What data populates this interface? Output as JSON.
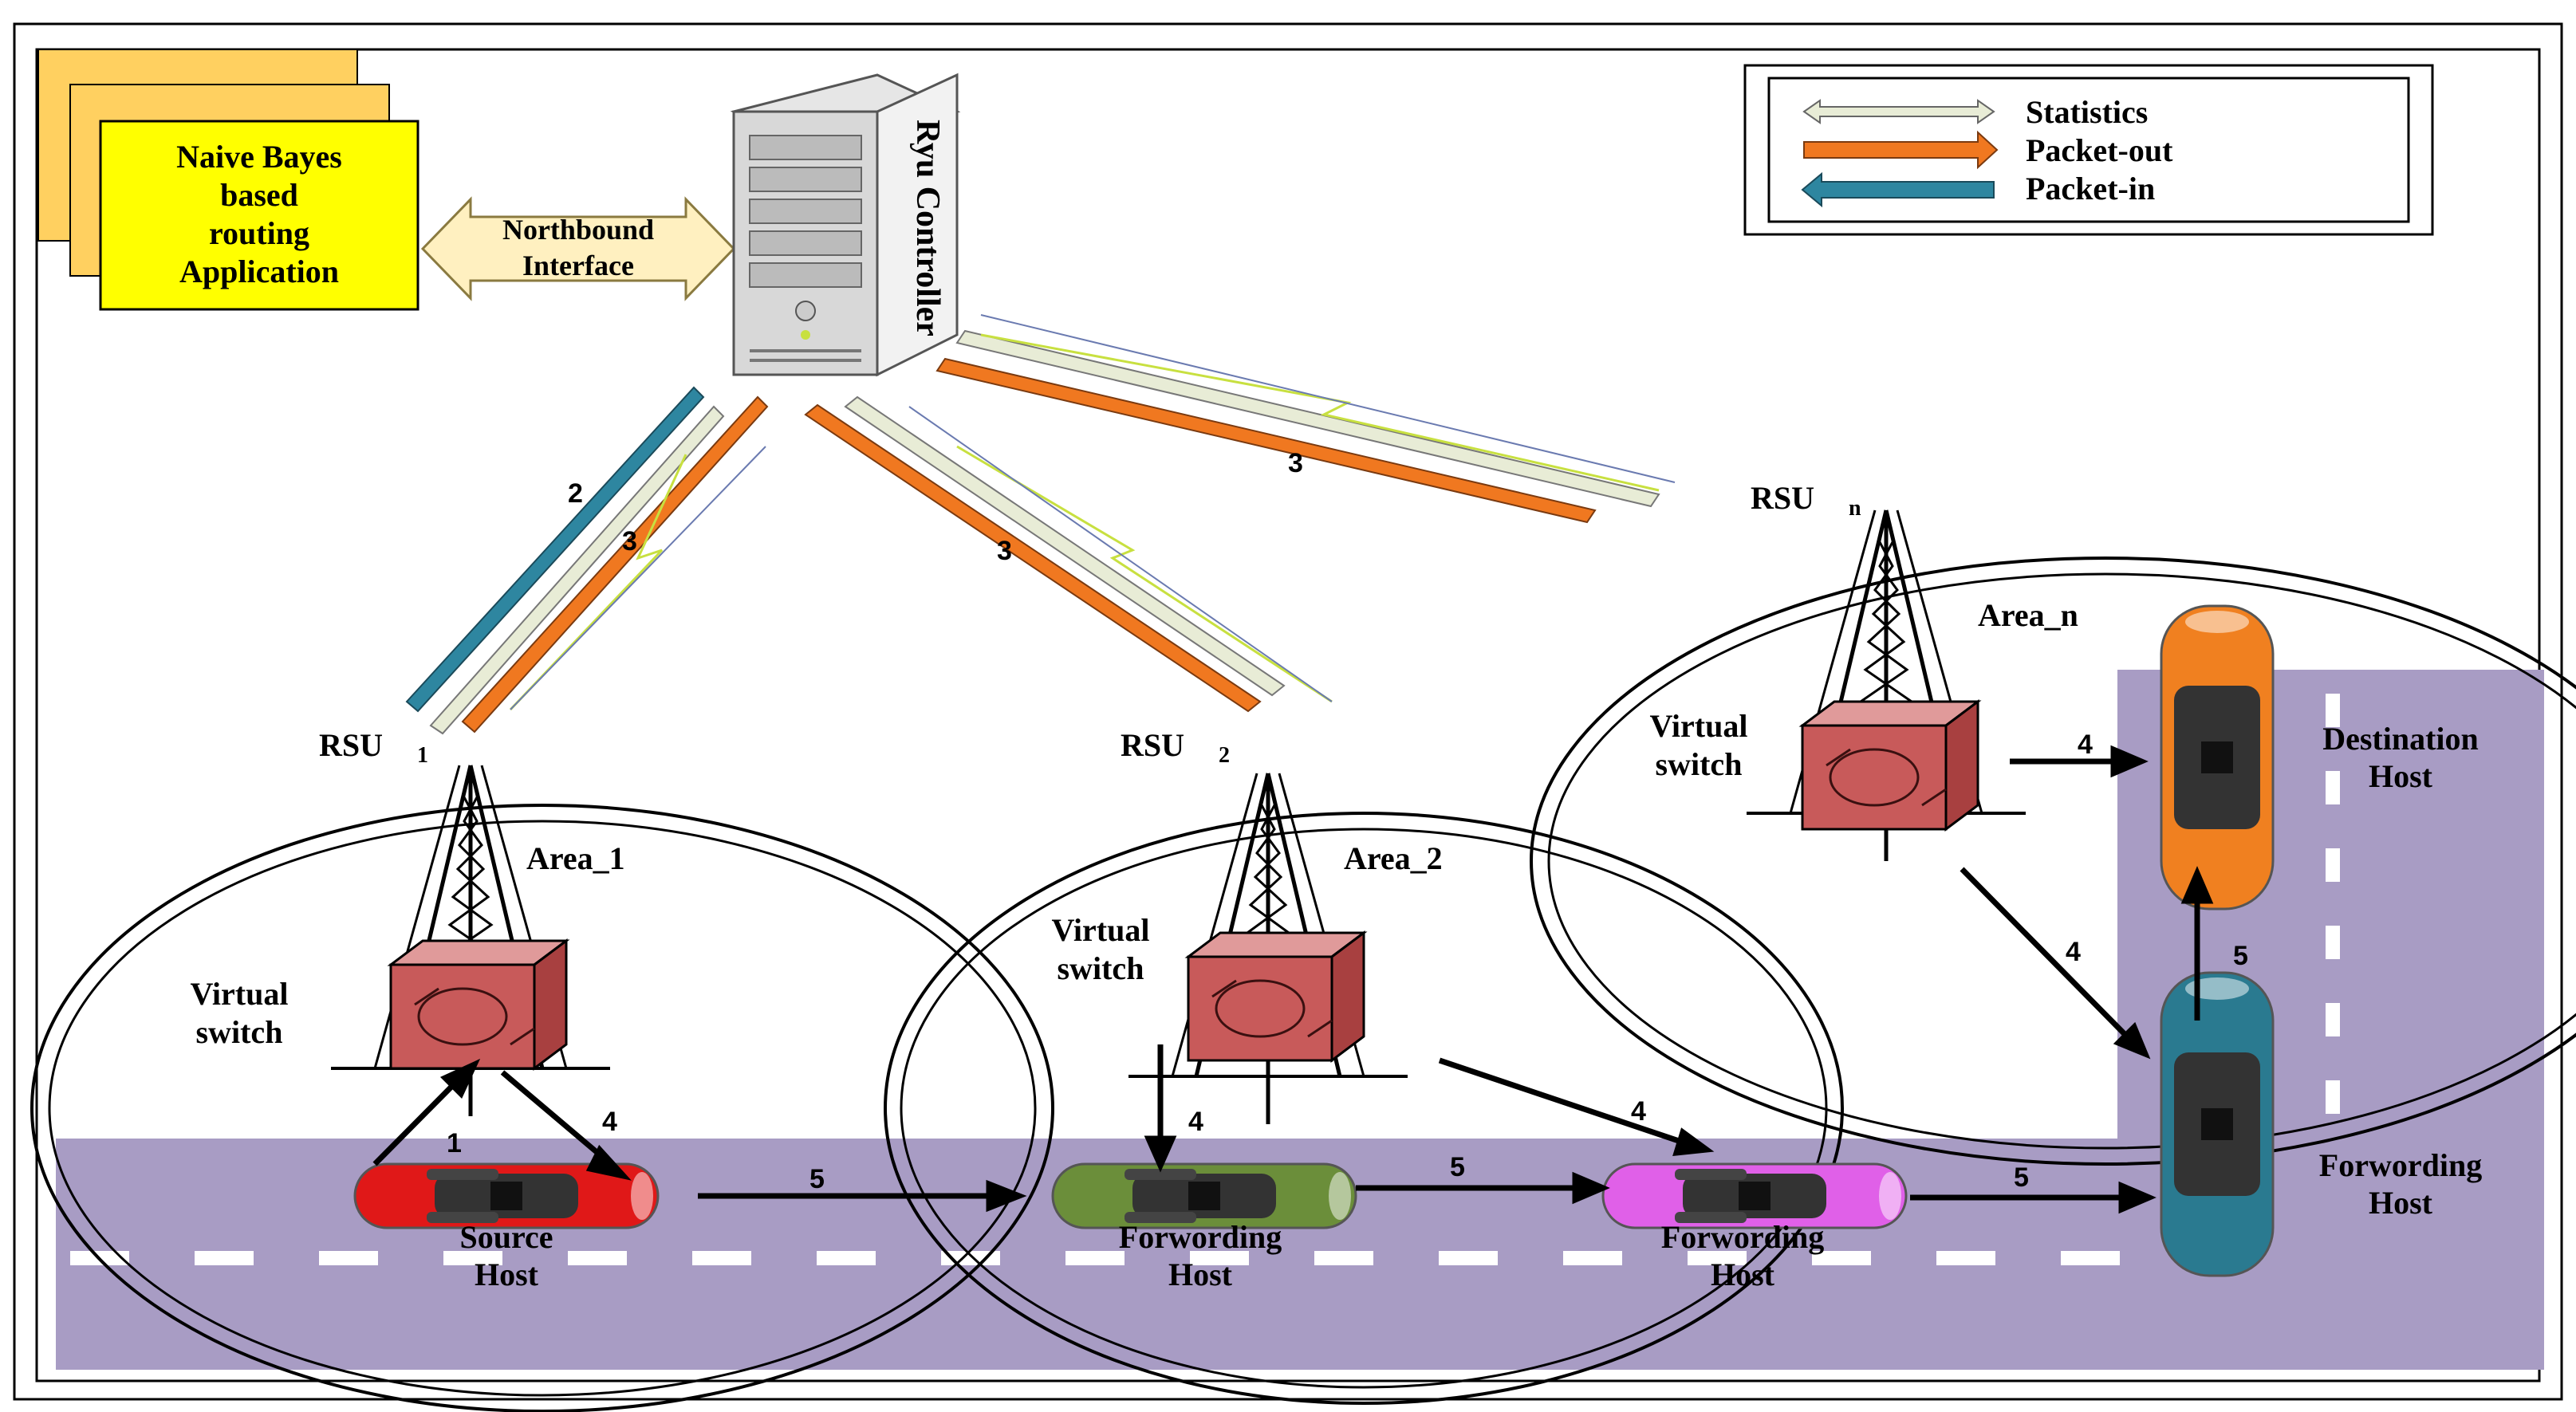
{
  "application": {
    "lines": [
      "Naive Bayes",
      "based",
      "routing",
      "Application"
    ]
  },
  "northbound": {
    "lines": [
      "Northbound",
      "Interface"
    ]
  },
  "controller": {
    "label": "Ryu Controller"
  },
  "legend": {
    "items": [
      {
        "label": "Statistics",
        "color": "#e8ecd6"
      },
      {
        "label": "Packet-out",
        "color": "#f07820"
      },
      {
        "label": "Packet-in",
        "color": "#2e86a0"
      }
    ]
  },
  "rsus": [
    {
      "name": "RSU",
      "sub": "1",
      "area": "Area_1"
    },
    {
      "name": "RSU",
      "sub": "2",
      "area": "Area_2"
    },
    {
      "name": "RSU",
      "sub": "n",
      "area": "Area_n"
    }
  ],
  "virtual_switch_lines": [
    "Virtual",
    "switch"
  ],
  "hosts": [
    {
      "lines": [
        "Source",
        "Host"
      ],
      "color": "#e01818"
    },
    {
      "lines": [
        "Forwording",
        "Host"
      ],
      "color": "#6b8e3a"
    },
    {
      "lines": [
        "Forwording",
        "Host"
      ],
      "color": "#e060e8"
    },
    {
      "lines": [
        "Forwording",
        "Host"
      ],
      "color": "#2a7a90"
    },
    {
      "lines": [
        "Destination",
        "Host"
      ],
      "color": "#f08020"
    }
  ],
  "step_labels": {
    "packet_in": "2",
    "packet_out": "3",
    "send": "1",
    "deliver": "4",
    "forward": "5"
  },
  "colors": {
    "road": "#a89cc4",
    "app_box": "#ffff00",
    "app_stack": "#ffd060",
    "switch": "#c85a5a"
  }
}
